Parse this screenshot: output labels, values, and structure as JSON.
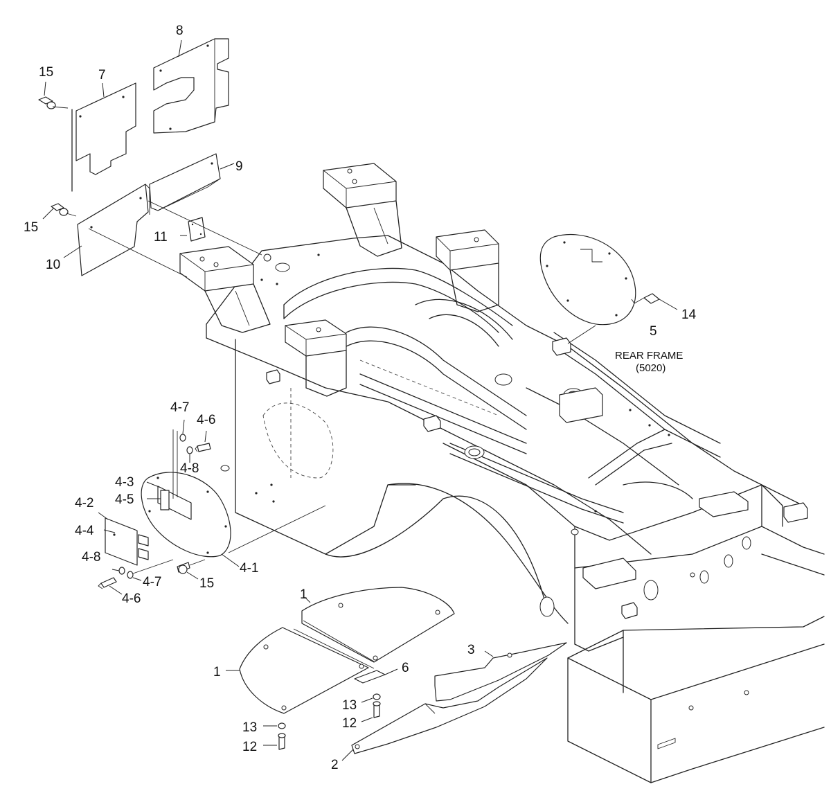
{
  "diagram": {
    "callouts": {
      "c1a": "1",
      "c1b": "1",
      "c2": "2",
      "c3": "3",
      "c4_1": "4-1",
      "c4_2": "4-2",
      "c4_3": "4-3",
      "c4_4": "4-4",
      "c4_5": "4-5",
      "c4_6a": "4-6",
      "c4_6b": "4-6",
      "c4_7a": "4-7",
      "c4_7b": "4-7",
      "c4_8a": "4-8",
      "c4_8b": "4-8",
      "c5": "5",
      "c6": "6",
      "c7": "7",
      "c8": "8",
      "c9": "9",
      "c10": "10",
      "c11": "11",
      "c12a": "12",
      "c12b": "12",
      "c13a": "13",
      "c13b": "13",
      "c14": "14",
      "c15a": "15",
      "c15b": "15",
      "c15c": "15"
    },
    "reference": {
      "line1": "REAR FRAME",
      "line2": "(5020)"
    }
  }
}
